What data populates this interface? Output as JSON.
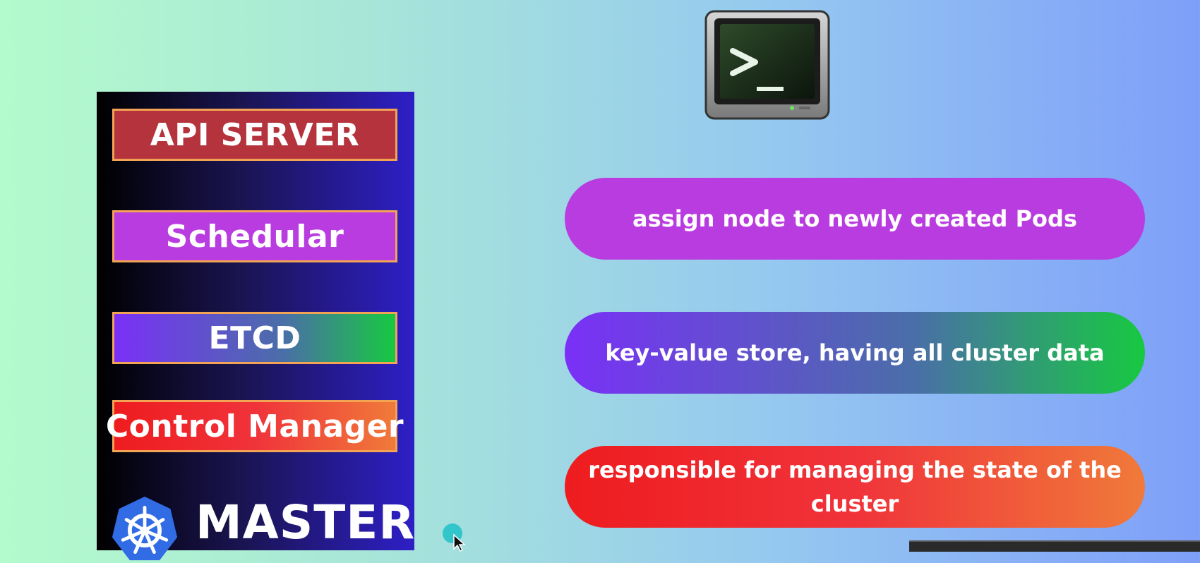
{
  "master": {
    "components": {
      "api_server": "API SERVER",
      "scheduler": "Schedular",
      "etcd": "ETCD",
      "control_manager": "Control Manager"
    },
    "label": "MASTER",
    "logo_icon": "kubernetes-helm-icon"
  },
  "terminal": {
    "icon": "terminal-icon"
  },
  "descriptions": {
    "scheduler": "assign node to newly created Pods",
    "etcd": "key-value store, having all cluster data",
    "control_manager": "responsible for managing the state of the cluster"
  },
  "colors": {
    "api_server": "#b4333d",
    "scheduler": "#b93ce0",
    "etcd_start": "#7a30f7",
    "etcd_end": "#17c941",
    "control_start": "#ee1c1f",
    "control_end": "#f07a3a",
    "border": "#f2a454"
  }
}
